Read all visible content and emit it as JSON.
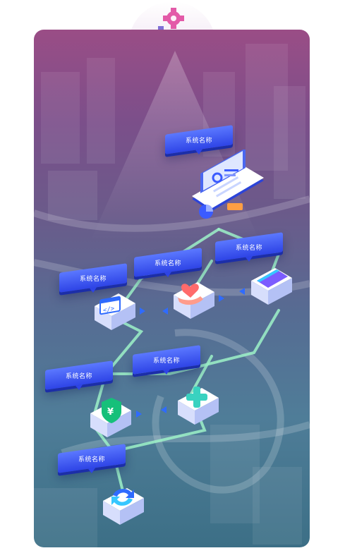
{
  "labels": {
    "l1": "系统名称",
    "l2": "系统名称",
    "l3": "系统名称",
    "l4": "系统名称",
    "l5": "系统名称",
    "l6": "系统名称",
    "l7": "系统名称"
  },
  "colors": {
    "accent_blue": "#3b5bff",
    "connector_green": "#9ef2c8",
    "tile_face": "#f4f6ff",
    "heart": "#ff6b6b",
    "shield": "#16c07a",
    "cross": "#39d2c0"
  },
  "icons": [
    "gears-icon",
    "laptop-icon",
    "code-window-icon",
    "heart-hand-icon",
    "card-icon",
    "shield-yen-icon",
    "plus-cross-icon",
    "sync-arrows-icon"
  ]
}
